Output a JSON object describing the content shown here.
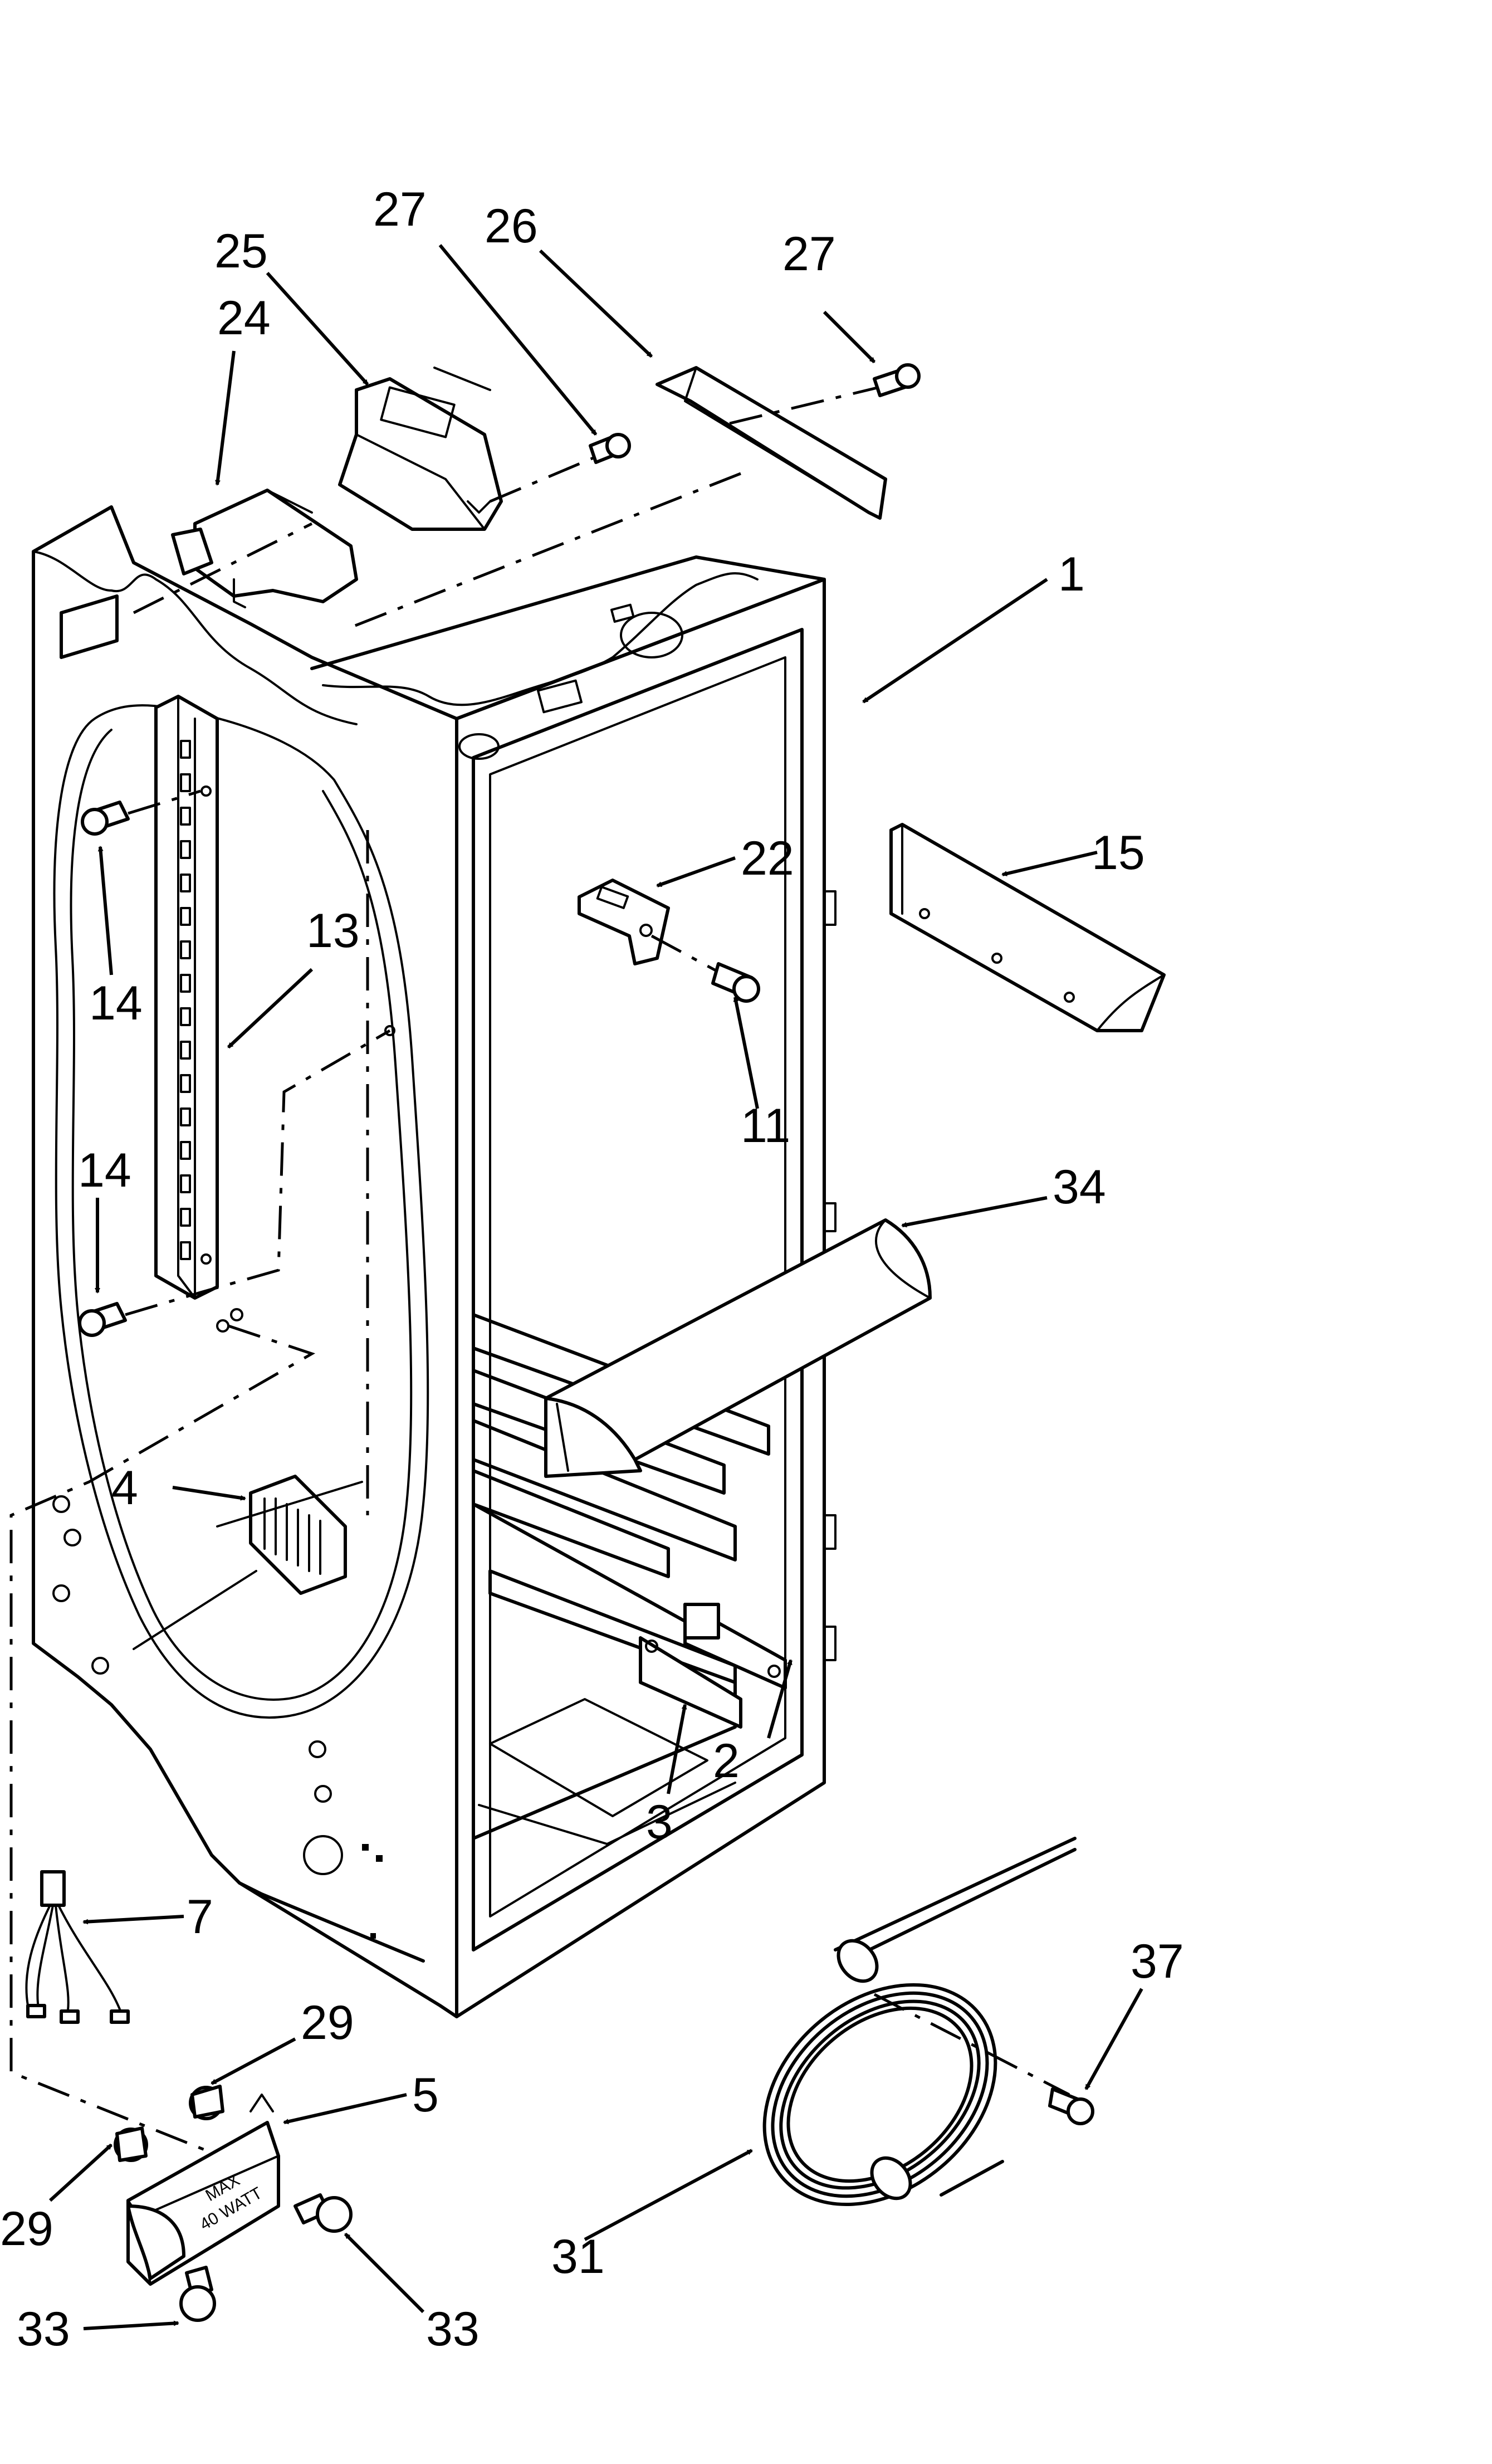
{
  "callouts": {
    "c1": "1",
    "c2": "2",
    "c3": "3",
    "c4": "4",
    "c5": "5",
    "c7": "7",
    "c11": "11",
    "c13": "13",
    "c14a": "14",
    "c14b": "14",
    "c15": "15",
    "c22": "22",
    "c24": "24",
    "c25": "25",
    "c26": "26",
    "c27a": "27",
    "c27b": "27",
    "c29a": "29",
    "c29b": "29",
    "c31": "31",
    "c33a": "33",
    "c33b": "33",
    "c34": "34",
    "c37": "37"
  },
  "socket_marking": {
    "line1": "MAX",
    "line2": "40 WATT"
  }
}
